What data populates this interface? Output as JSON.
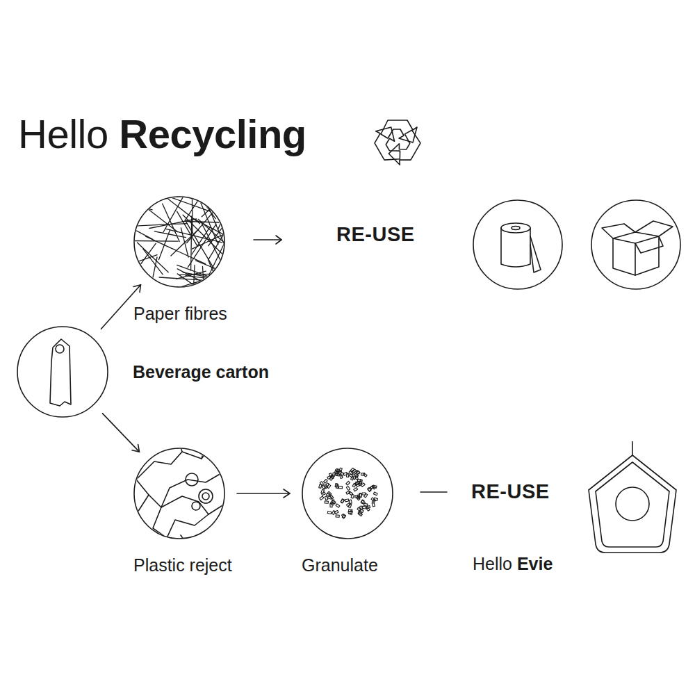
{
  "diagram": {
    "title": "Hello Recycling",
    "nodes": [
      {
        "text": [
          "Paper fibres"
        ]
      },
      {
        "text": [
          "Beverage carton"
        ]
      },
      {
        "text": [
          "Plastic reject"
        ]
      },
      {
        "text": [
          "Granulate"
        ]
      },
      {
        "text": [
          "Hello Evie"
        ]
      }
    ],
    "edges": [
      {
        "from": 1,
        "to": 0,
        "arrow": "to"
      },
      {
        "from": 1,
        "to": 2,
        "arrow": "to"
      },
      {
        "from": 2,
        "to": 3,
        "arrow": "to"
      }
    ],
    "labels": [
      "RE-USE",
      "RE-USE"
    ]
  }
}
